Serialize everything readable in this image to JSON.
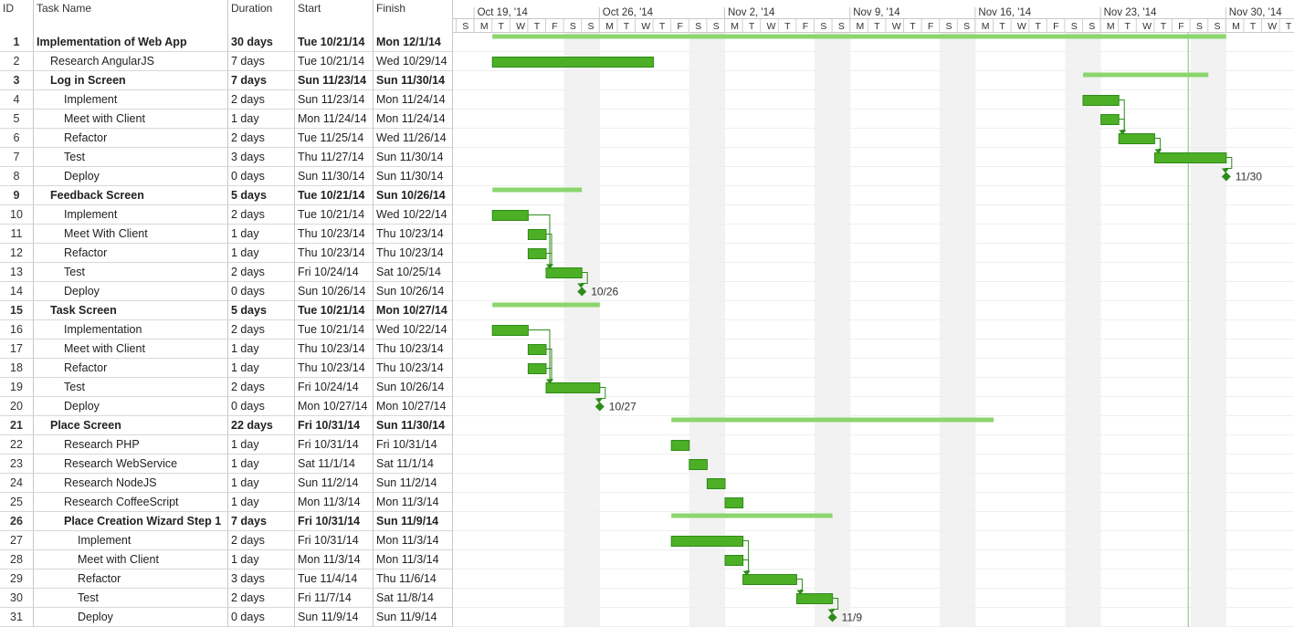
{
  "columns": {
    "id": "ID",
    "name": "Task Name",
    "duration": "Duration",
    "start": "Start",
    "finish": "Finish"
  },
  "timeline": {
    "weeks": [
      "Oct 19, '14",
      "Oct 26, '14",
      "Nov 2, '14",
      "Nov 9, '14",
      "Nov 16, '14",
      "Nov 23, '14",
      "Nov 30, '14"
    ],
    "day_letters": [
      "S",
      "M",
      "T",
      "W",
      "T",
      "F",
      "S"
    ]
  },
  "colors": {
    "bar": "#4caf25",
    "bar_border": "#2e8b1a",
    "summary_bar": "#8bd66c",
    "link": "#2e8b1a",
    "weekend_shade": "#f2f2f2",
    "grid": "#d8d8d8",
    "today_line": "#7fbf7f"
  },
  "tasks": [
    {
      "id": "1",
      "name": "Implementation of Web App",
      "duration": "30 days",
      "start": "Tue 10/21/14",
      "finish": "Mon 12/1/14",
      "level": 0,
      "summary": true,
      "s": 1,
      "e": 42
    },
    {
      "id": "2",
      "name": "Research AngularJS",
      "duration": "7 days",
      "start": "Tue 10/21/14",
      "finish": "Wed 10/29/14",
      "level": 1,
      "s": 1,
      "e": 10
    },
    {
      "id": "3",
      "name": "Log in Screen",
      "duration": "7 days",
      "start": "Sun 11/23/14",
      "finish": "Sun 11/30/14",
      "level": 1,
      "summary": true,
      "s": 34,
      "e": 41
    },
    {
      "id": "4",
      "name": "Implement",
      "duration": "2 days",
      "start": "Sun 11/23/14",
      "finish": "Mon 11/24/14",
      "level": 2,
      "s": 34,
      "e": 36
    },
    {
      "id": "5",
      "name": "Meet with Client",
      "duration": "1 day",
      "start": "Mon 11/24/14",
      "finish": "Mon 11/24/14",
      "level": 2,
      "s": 35,
      "e": 36
    },
    {
      "id": "6",
      "name": "Refactor",
      "duration": "2 days",
      "start": "Tue 11/25/14",
      "finish": "Wed 11/26/14",
      "level": 2,
      "s": 36,
      "e": 38
    },
    {
      "id": "7",
      "name": "Test",
      "duration": "3 days",
      "start": "Thu 11/27/14",
      "finish": "Sun 11/30/14",
      "level": 2,
      "s": 38,
      "e": 42
    },
    {
      "id": "8",
      "name": "Deploy",
      "duration": "0 days",
      "start": "Sun 11/30/14",
      "finish": "Sun 11/30/14",
      "level": 2,
      "milestone": true,
      "s": 42,
      "label": "11/30"
    },
    {
      "id": "9",
      "name": "Feedback Screen",
      "duration": "5 days",
      "start": "Tue 10/21/14",
      "finish": "Sun 10/26/14",
      "level": 1,
      "summary": true,
      "s": 1,
      "e": 6
    },
    {
      "id": "10",
      "name": "Implement",
      "duration": "2 days",
      "start": "Tue 10/21/14",
      "finish": "Wed 10/22/14",
      "level": 2,
      "s": 1,
      "e": 3
    },
    {
      "id": "11",
      "name": "Meet With Client",
      "duration": "1 day",
      "start": "Thu 10/23/14",
      "finish": "Thu 10/23/14",
      "level": 2,
      "s": 3,
      "e": 4
    },
    {
      "id": "12",
      "name": "Refactor",
      "duration": "1 day",
      "start": "Thu 10/23/14",
      "finish": "Thu 10/23/14",
      "level": 2,
      "s": 3,
      "e": 4
    },
    {
      "id": "13",
      "name": "Test",
      "duration": "2 days",
      "start": "Fri 10/24/14",
      "finish": "Sat 10/25/14",
      "level": 2,
      "s": 4,
      "e": 6
    },
    {
      "id": "14",
      "name": "Deploy",
      "duration": "0 days",
      "start": "Sun 10/26/14",
      "finish": "Sun 10/26/14",
      "level": 2,
      "milestone": true,
      "s": 6,
      "label": "10/26"
    },
    {
      "id": "15",
      "name": "Task Screen",
      "duration": "5 days",
      "start": "Tue 10/21/14",
      "finish": "Mon 10/27/14",
      "level": 1,
      "summary": true,
      "s": 1,
      "e": 7
    },
    {
      "id": "16",
      "name": "Implementation",
      "duration": "2 days",
      "start": "Tue 10/21/14",
      "finish": "Wed 10/22/14",
      "level": 2,
      "s": 1,
      "e": 3
    },
    {
      "id": "17",
      "name": "Meet with Client",
      "duration": "1 day",
      "start": "Thu 10/23/14",
      "finish": "Thu 10/23/14",
      "level": 2,
      "s": 3,
      "e": 4
    },
    {
      "id": "18",
      "name": "Refactor",
      "duration": "1 day",
      "start": "Thu 10/23/14",
      "finish": "Thu 10/23/14",
      "level": 2,
      "s": 3,
      "e": 4
    },
    {
      "id": "19",
      "name": "Test",
      "duration": "2 days",
      "start": "Fri 10/24/14",
      "finish": "Sun 10/26/14",
      "level": 2,
      "s": 4,
      "e": 7
    },
    {
      "id": "20",
      "name": "Deploy",
      "duration": "0 days",
      "start": "Mon 10/27/14",
      "finish": "Mon 10/27/14",
      "level": 2,
      "milestone": true,
      "s": 7,
      "label": "10/27"
    },
    {
      "id": "21",
      "name": "Place Screen",
      "duration": "22 days",
      "start": "Fri 10/31/14",
      "finish": "Sun 11/30/14",
      "level": 1,
      "summary": true,
      "s": 11,
      "e": 29
    },
    {
      "id": "22",
      "name": "Research PHP",
      "duration": "1 day",
      "start": "Fri 10/31/14",
      "finish": "Fri 10/31/14",
      "level": 2,
      "s": 11,
      "e": 12
    },
    {
      "id": "23",
      "name": "Research WebService",
      "duration": "1 day",
      "start": "Sat 11/1/14",
      "finish": "Sat 11/1/14",
      "level": 2,
      "s": 12,
      "e": 13
    },
    {
      "id": "24",
      "name": "Research NodeJS",
      "duration": "1 day",
      "start": "Sun 11/2/14",
      "finish": "Sun 11/2/14",
      "level": 2,
      "s": 13,
      "e": 14
    },
    {
      "id": "25",
      "name": "Research CoffeeScript",
      "duration": "1 day",
      "start": "Mon 11/3/14",
      "finish": "Mon 11/3/14",
      "level": 2,
      "s": 14,
      "e": 15
    },
    {
      "id": "26",
      "name": "Place Creation Wizard Step 1",
      "duration": "7 days",
      "start": "Fri 10/31/14",
      "finish": "Sun 11/9/14",
      "level": 2,
      "summary": true,
      "s": 11,
      "e": 20
    },
    {
      "id": "27",
      "name": "Implement",
      "duration": "2 days",
      "start": "Fri 10/31/14",
      "finish": "Mon 11/3/14",
      "level": 3,
      "s": 11,
      "e": 15
    },
    {
      "id": "28",
      "name": "Meet with Client",
      "duration": "1 day",
      "start": "Mon 11/3/14",
      "finish": "Mon 11/3/14",
      "level": 3,
      "s": 14,
      "e": 15
    },
    {
      "id": "29",
      "name": "Refactor",
      "duration": "3 days",
      "start": "Tue 11/4/14",
      "finish": "Thu 11/6/14",
      "level": 3,
      "s": 15,
      "e": 18
    },
    {
      "id": "30",
      "name": "Test",
      "duration": "2 days",
      "start": "Fri 11/7/14",
      "finish": "Sat 11/8/14",
      "level": 3,
      "s": 18,
      "e": 20
    },
    {
      "id": "31",
      "name": "Deploy",
      "duration": "0 days",
      "start": "Sun 11/9/14",
      "finish": "Sun 11/9/14",
      "level": 3,
      "milestone": true,
      "s": 20,
      "label": "11/9"
    }
  ]
}
